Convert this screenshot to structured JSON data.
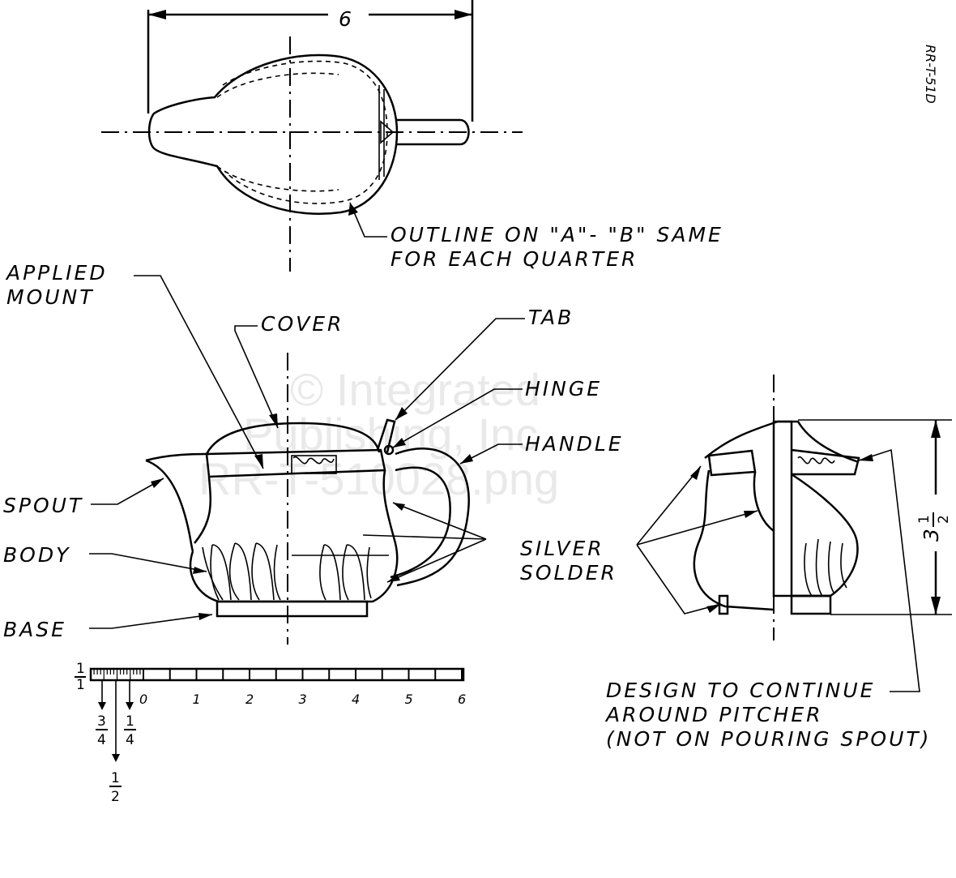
{
  "drawing_id": "RR-T-51D",
  "watermark": [
    "© Integrated",
    "Publishing, Inc.",
    "RR-T-510028.png"
  ],
  "dimensions": {
    "overall_width": "6",
    "height_whole": "3",
    "height_num": "1",
    "height_den": "2"
  },
  "labels": {
    "outline_1": "OUTLINE ON \"A\"- \"B\" SAME",
    "outline_2": "FOR EACH QUARTER",
    "applied_1": "APPLIED",
    "applied_2": "MOUNT",
    "cover": "COVER",
    "tab": "TAB",
    "hinge": "HINGE",
    "handle": "HANDLE",
    "spout": "SPOUT",
    "body": "BODY",
    "base": "BASE",
    "silver": "SILVER",
    "solder": "SOLDER",
    "design_1": "DESIGN TO CONTINUE",
    "design_2": "AROUND PITCHER",
    "design_3": "(NOT ON POURING SPOUT)"
  },
  "scale": {
    "unit_num": "1",
    "unit_den": "1",
    "ticks": [
      "0",
      "1",
      "2",
      "3",
      "4",
      "5",
      "6"
    ],
    "sub_labels": [
      {
        "num": "3",
        "den": "4"
      },
      {
        "num": "1",
        "den": "2"
      },
      {
        "num": "1",
        "den": "4"
      }
    ]
  }
}
